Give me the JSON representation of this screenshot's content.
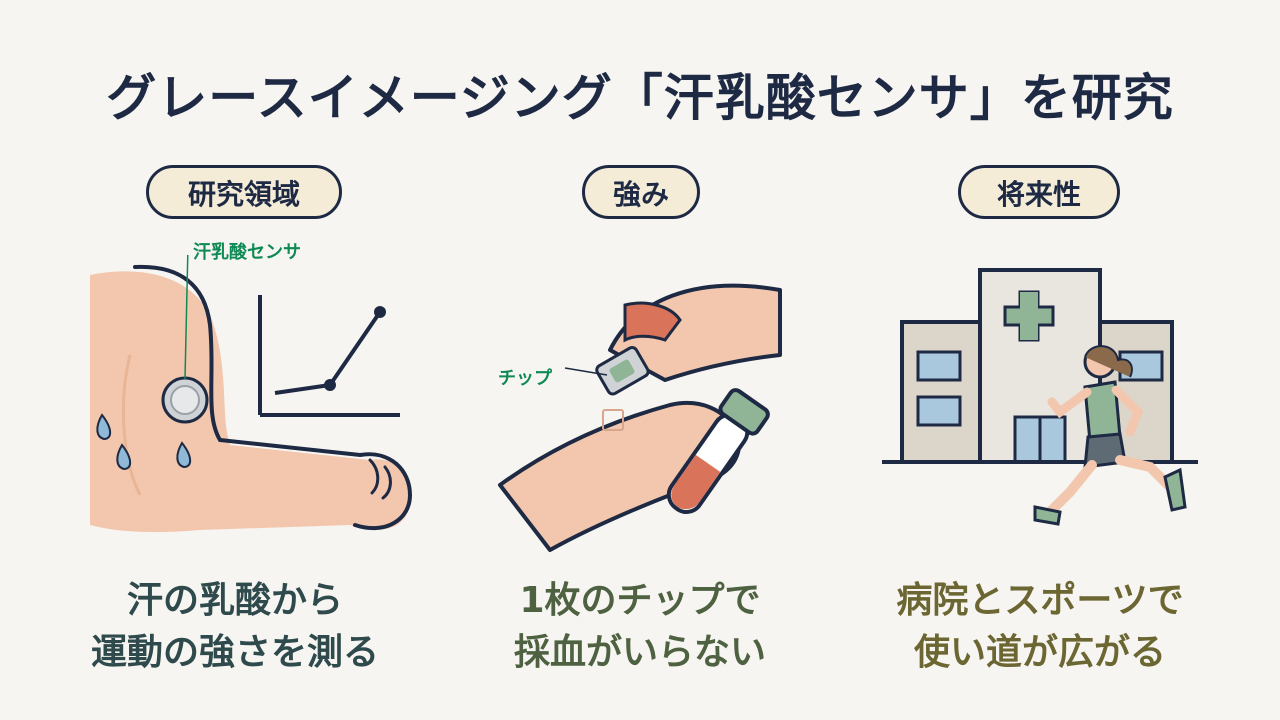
{
  "title": "グレースイメージング「汗乳酸センサ」を研究",
  "columns": [
    {
      "label": "研究領域",
      "callout": "汗乳酸センサ",
      "caption_line1": "汗の乳酸から",
      "caption_line2": "運動の強さを測る"
    },
    {
      "label": "強み",
      "callout": "チップ",
      "caption_line1": "1枚のチップで",
      "caption_line2": "採血がいらない"
    },
    {
      "label": "将来性",
      "caption_line1": "病院とスポーツで",
      "caption_line2": "使い道が広がる"
    }
  ],
  "colors": {
    "ink": "#1e2a44",
    "pill_fill": "#f5ecd8",
    "skin": "#f2c7ad",
    "accent_green": "#0f8a55",
    "caption1": "#2f4a4c",
    "caption2": "#4e6242",
    "caption3": "#6b6632"
  }
}
